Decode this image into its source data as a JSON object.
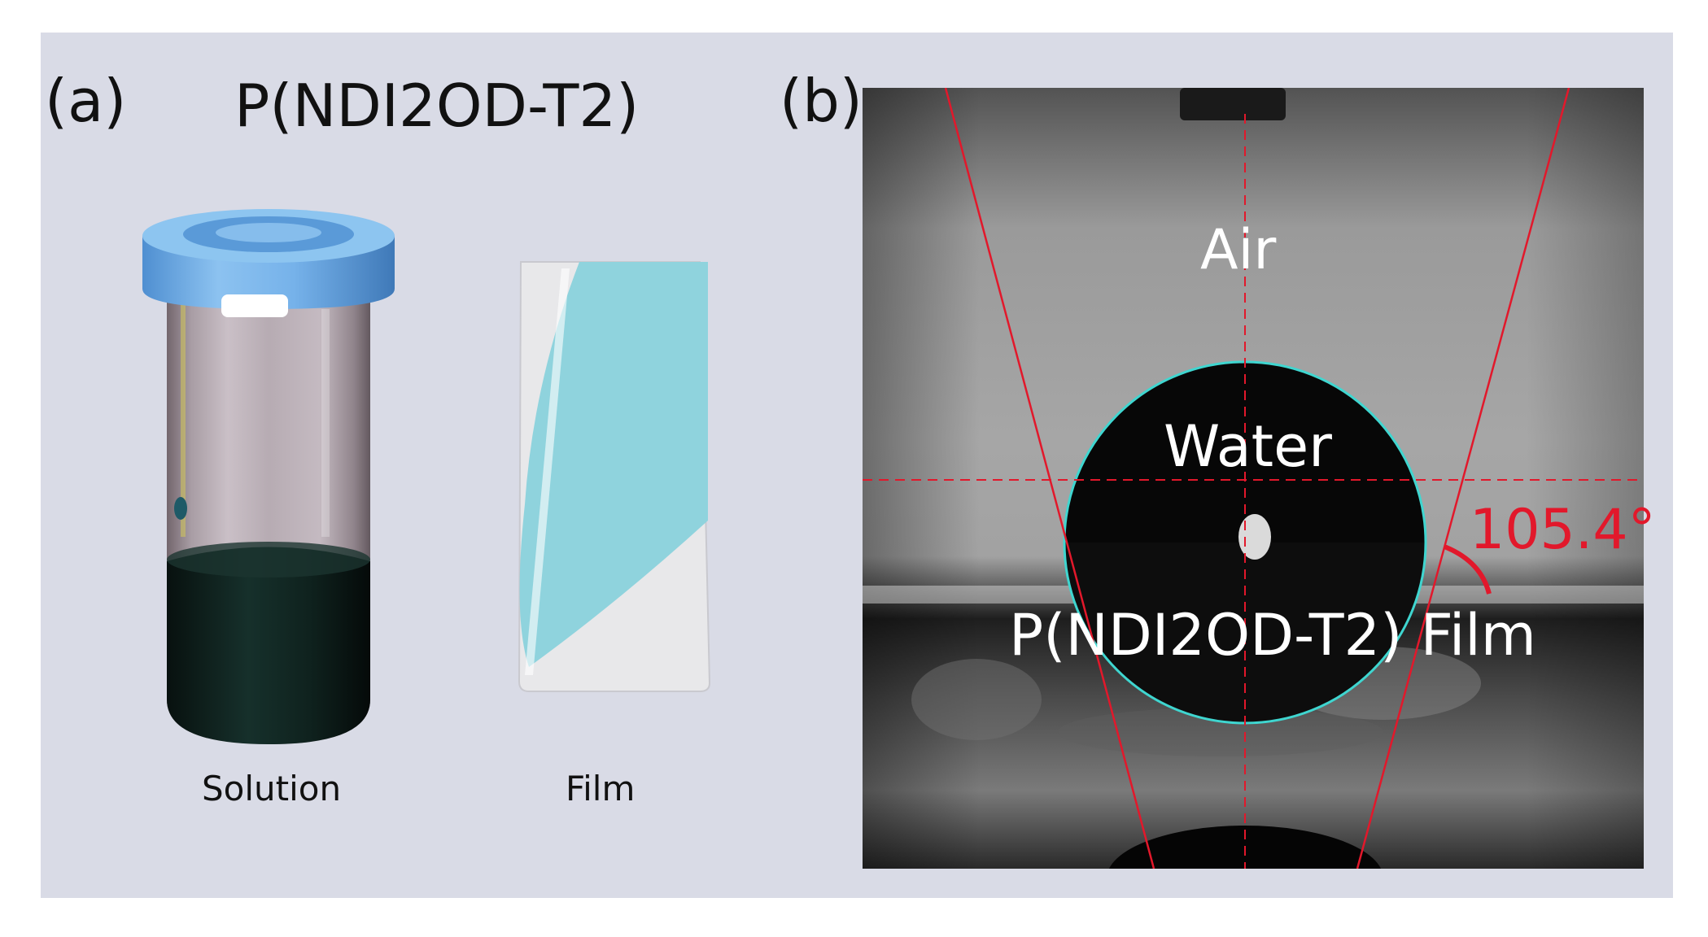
{
  "panel_a": {
    "label": "(a)",
    "title": "P(NDI2OD-T2)",
    "captions": {
      "solution": "Solution",
      "film": "Film"
    }
  },
  "panel_b": {
    "label": "(b)",
    "labels": {
      "air": "Air",
      "water": "Water",
      "film": "P(NDI2OD-T2) Film",
      "contact_angle": "105.4°"
    }
  },
  "colors": {
    "panel_background": "#d9dbe6",
    "annotation_lines": "#e2182b",
    "droplet_outline": "#3fd6d0",
    "cap": "#6fb0e8",
    "film_coating": "#8fd3dd",
    "solution": "#0f1f1c"
  }
}
